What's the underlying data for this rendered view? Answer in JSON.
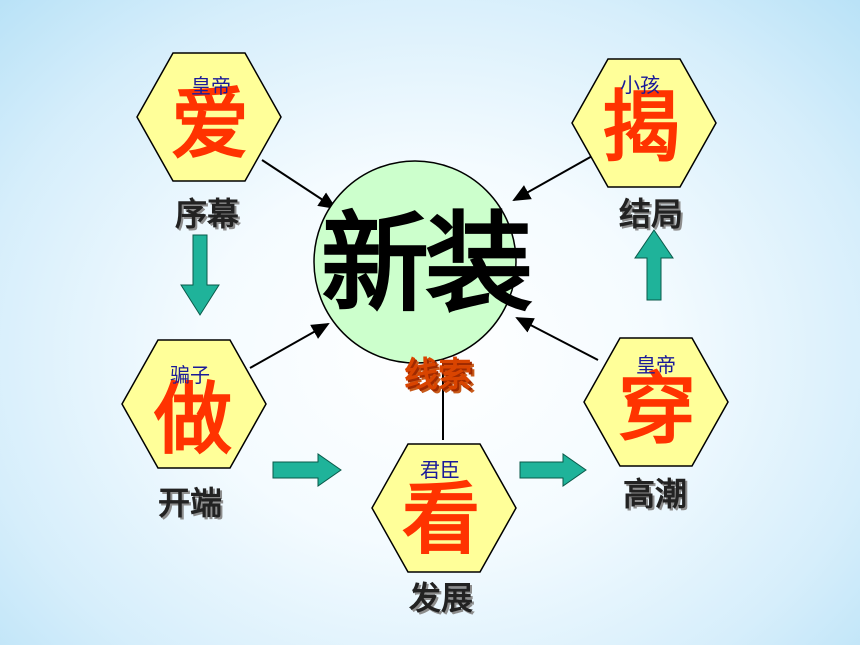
{
  "center": {
    "word": "新装",
    "clue": "线索"
  },
  "nodes": [
    {
      "id": "ai",
      "big": "爱",
      "who": "皇帝",
      "stage": "序幕"
    },
    {
      "id": "zuo",
      "big": "做",
      "who": "骗子",
      "stage": "开端"
    },
    {
      "id": "kan",
      "big": "看",
      "who": "君臣",
      "stage": "发展"
    },
    {
      "id": "chuan",
      "big": "穿",
      "who": "皇帝",
      "stage": "高潮"
    },
    {
      "id": "jie",
      "big": "揭",
      "who": "小孩",
      "stage": "结局"
    }
  ],
  "colors": {
    "hexagon_fill": "#ffff99",
    "circle_fill": "#ccffcc",
    "flow_arrow": "#1fb39a",
    "big_char": "#ff3300",
    "who_text": "#1a1a99"
  }
}
